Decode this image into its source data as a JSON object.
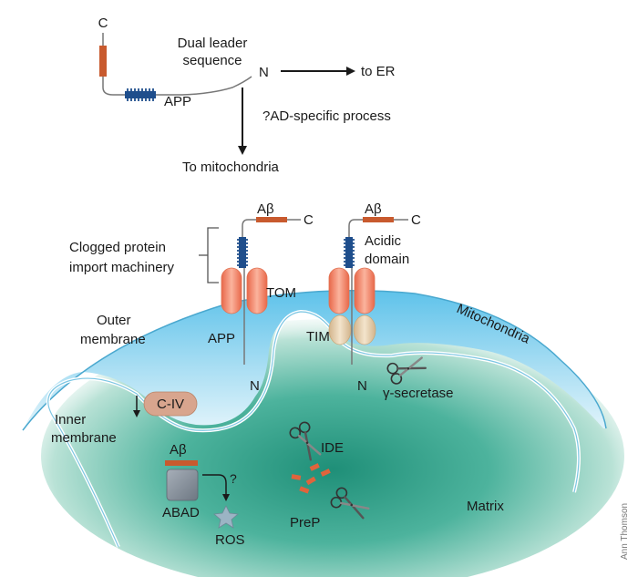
{
  "labels": {
    "c_top": "C",
    "dual_leader_line1": "Dual leader",
    "dual_leader_line2": "sequence",
    "n_top": "N",
    "to_er": "to ER",
    "app_top": "APP",
    "ad_specific": "?AD-specific process",
    "to_mitochondria": "To mitochondria",
    "abeta_left": "Aβ",
    "c_left": "C",
    "abeta_right": "Aβ",
    "c_right": "C",
    "clogged_line1": "Clogged protein",
    "clogged_line2": "import machinery",
    "acidic_line1": "Acidic",
    "acidic_line2": "domain",
    "tom": "TOM",
    "tim": "TIM",
    "outer_line1": "Outer",
    "outer_line2": "membrane",
    "app_mito": "APP",
    "mitochondria": "Mitochondria",
    "n_left": "N",
    "n_right": "N",
    "gamma_secretase": "γ-secretase",
    "c_iv": "C-IV",
    "inner_line1": "Inner",
    "inner_line2": "membrane",
    "abeta_abad": "Aβ",
    "question": "?",
    "abad": "ABAD",
    "ros": "ROS",
    "ide": "IDE",
    "prep": "PreP",
    "matrix": "Matrix",
    "credit": "Ann Thomson"
  },
  "colors": {
    "abeta_segment": "#c85a2e",
    "helix": "#1f4e8c",
    "tom_pore": "#f4957b",
    "tim_pore": "#e6d2b3",
    "complex_iv": "#d8a58e",
    "outer_membrane": "#8fd3ef",
    "matrix": "#2f9b84",
    "abad": "#8c96a2",
    "ros": "#9bb4c4",
    "fragments": "#e0643c"
  }
}
